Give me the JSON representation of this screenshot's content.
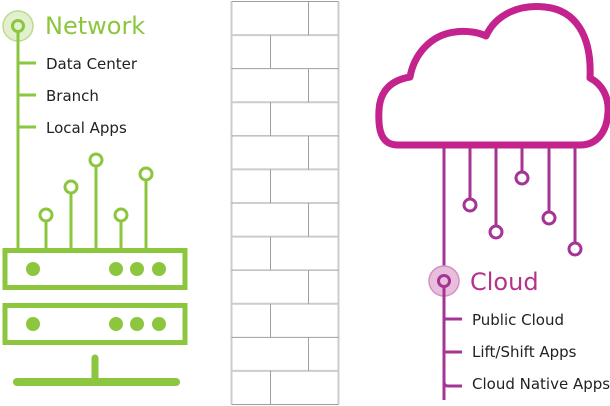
{
  "network": {
    "title": "Network",
    "items": [
      "Data Center",
      "Branch",
      "Local Apps"
    ],
    "color": "#8cc63f",
    "halo_color": "#e3f0cf"
  },
  "firewall": {
    "label": "firewall-wall",
    "line_color": "#9e9e9e",
    "edge_color": "#cccccc"
  },
  "cloud": {
    "title": "Cloud",
    "items": [
      "Public Cloud",
      "Lift/Shift Apps",
      "Cloud Native Apps"
    ],
    "color": "#c4238e",
    "leaf_color": "#a53495",
    "halo_color": "#e7bfdc"
  },
  "icons": [
    "server-icon",
    "brick-wall-icon",
    "cloud-icon"
  ]
}
